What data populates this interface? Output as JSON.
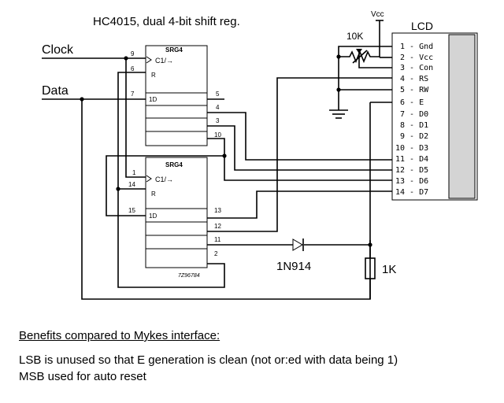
{
  "chip_title": "HC4015, dual 4-bit shift reg.",
  "signals": {
    "clock": "Clock",
    "data": "Data"
  },
  "supply": {
    "vcc": "Vcc",
    "pot": "10K"
  },
  "shift_reg": {
    "label": "SRG4",
    "clock_label": "C1/→",
    "reset_label": "R",
    "input_label": "1D",
    "upper_pins": {
      "clock": "9",
      "reset": "6",
      "data": "7",
      "outputs": [
        "5",
        "4",
        "3",
        "10"
      ]
    },
    "lower_pins": {
      "clock": "1",
      "reset": "14",
      "data": "15",
      "outputs": [
        "13",
        "12",
        "11",
        "2"
      ]
    },
    "part_code": "7Z96784"
  },
  "lcd": {
    "title": "LCD",
    "pins": [
      "1 - Gnd",
      "2 - Vcc",
      "3 - Con",
      "4 - RS",
      "5 - RW",
      "6 - E",
      "7 - D0",
      "8 - D1",
      "9 - D2",
      "10 - D3",
      "11 - D4",
      "12 - D5",
      "13 - D6",
      "14 - D7"
    ]
  },
  "diode": "1N914",
  "resistor": "1K",
  "notes": {
    "heading": "Benefits compared to Mykes interface:",
    "lines": [
      "LSB is unused so that E generation is clean (not or:ed with data being 1)",
      "MSB used for auto reset"
    ]
  }
}
